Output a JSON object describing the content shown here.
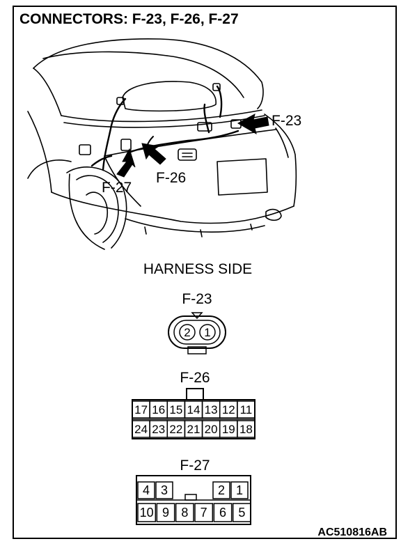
{
  "title": "CONNECTORS: F-23, F-26, F-27",
  "callouts": {
    "f23": "F-23",
    "f26": "F-26",
    "f27": "F-27"
  },
  "section_label": "HARNESS SIDE",
  "connectors": {
    "f23": {
      "label": "F-23",
      "pins": [
        "2",
        "1"
      ]
    },
    "f26": {
      "label": "F-26",
      "top_row": [
        "17",
        "16",
        "15",
        "14",
        "13",
        "12",
        "11"
      ],
      "bottom_row": [
        "24",
        "23",
        "22",
        "21",
        "20",
        "19",
        "18"
      ]
    },
    "f27": {
      "label": "F-27",
      "top_left": [
        "4",
        "3"
      ],
      "top_right": [
        "2",
        "1"
      ],
      "bottom_row": [
        "10",
        "9",
        "8",
        "7",
        "6",
        "5"
      ]
    }
  },
  "figure_code": "AC510816AB"
}
